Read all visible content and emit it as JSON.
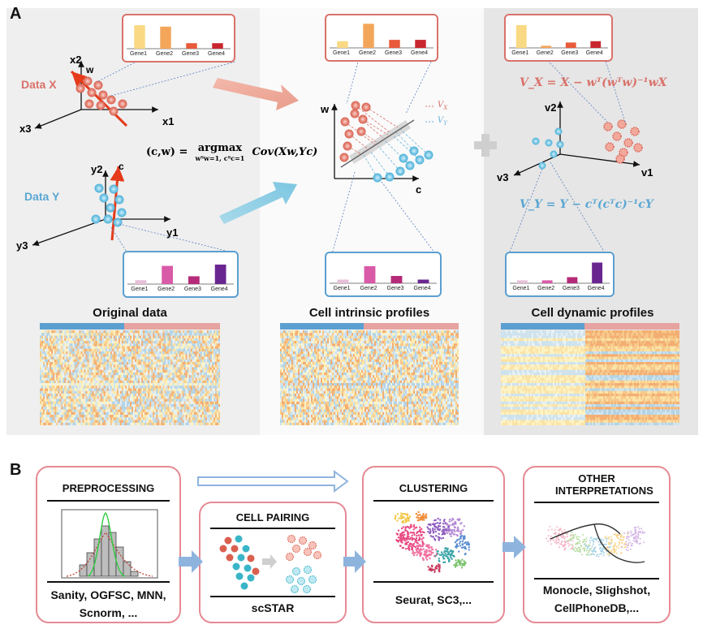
{
  "panel_a": {
    "letter": "A",
    "data_x": "Data X",
    "data_y": "Data Y",
    "axes_x": {
      "x1": "x1",
      "x2": "x2",
      "x3": "x3",
      "w": "w"
    },
    "axes_y": {
      "y1": "y1",
      "y2": "y2",
      "y3": "y3",
      "c": "c"
    },
    "formula_lhs": "(c,w) =",
    "formula_op": "argmax",
    "formula_sub": "wᵀw=1, cᵀc=1",
    "formula_rhs": "Cov(Xw,Yc)",
    "center_axis_w": "w",
    "center_axis_c": "c",
    "legend_vx": "V",
    "legend_vx_sub": "X",
    "legend_vy": "V",
    "legend_vy_sub": "Y",
    "eq_vx": "V_X = X − wᵀ(wᵀw)⁻¹wX",
    "eq_vy": "V_Y = Y − cᵀ(cᵀc)⁻¹cY",
    "right_axes": {
      "v1": "v1",
      "v2": "v2",
      "v3": "v3"
    },
    "gene_labels": [
      "Gene1",
      "Gene2",
      "Gene3",
      "Gene4"
    ],
    "gene_cards": {
      "left_top": {
        "values": [
          0.85,
          0.8,
          0.2,
          0.2
        ],
        "colors": [
          "#f9d983",
          "#f3a65a",
          "#e85a3a",
          "#c9262f"
        ]
      },
      "left_bottom": {
        "values": [
          0.15,
          0.7,
          0.3,
          0.75
        ],
        "colors": [
          "#e7bfd9",
          "#d95aa7",
          "#b52a79",
          "#6a2690"
        ]
      },
      "mid_top": {
        "values": [
          0.25,
          0.9,
          0.3,
          0.3
        ],
        "colors": [
          "#f9d983",
          "#f3a65a",
          "#e85a3a",
          "#c9262f"
        ]
      },
      "mid_bottom": {
        "values": [
          0.15,
          0.7,
          0.3,
          0.15
        ],
        "colors": [
          "#e7bfd9",
          "#d95aa7",
          "#b52a79",
          "#6a2690"
        ]
      },
      "right_top": {
        "values": [
          0.85,
          0.08,
          0.2,
          0.25
        ],
        "colors": [
          "#f9d983",
          "#f3a65a",
          "#e85a3a",
          "#c9262f"
        ]
      },
      "right_bottom": {
        "values": [
          0.12,
          0.12,
          0.25,
          0.85
        ],
        "colors": [
          "#e7bfd9",
          "#d95aa7",
          "#b52a79",
          "#6a2690"
        ]
      }
    },
    "titles": {
      "original": "Original data",
      "intrinsic": "Cell intrinsic profiles",
      "dynamic": "Cell dynamic profiles"
    },
    "colors": {
      "red": "#d9726a",
      "blue": "#5ba7d3",
      "bg_left": "#efefef",
      "bg_right": "#e9e9e9"
    }
  },
  "panel_b": {
    "letter": "B",
    "preprocessing": {
      "title": "PREPROCESSING",
      "foot": "Sanity, OGFSC, MNN, Scnorm, ..."
    },
    "cell_pairing": {
      "title": "CELL PAIRING",
      "foot": "scSTAR"
    },
    "clustering": {
      "title": "CLUSTERING",
      "foot": "Seurat, SC3,..."
    },
    "other": {
      "title": "OTHER INTERPRETATIONS",
      "foot": "Monocle, Slighshot, CellPhoneDB,..."
    },
    "colors": {
      "box_border": "#e58a94",
      "arrow": "#8eb4de"
    }
  }
}
